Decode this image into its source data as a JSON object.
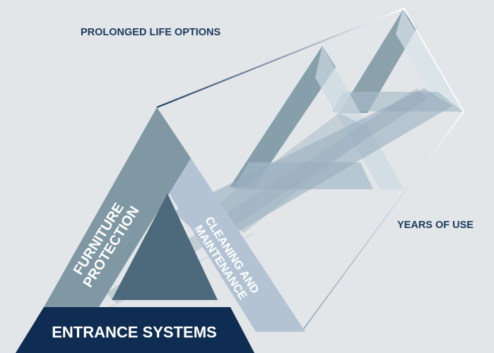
{
  "diagram": {
    "labels": {
      "prolonged_life": "PROLONGED LIFE OPTIONS",
      "years_of_use": "YEARS OF USE",
      "furniture_line1": "FURNITURE",
      "furniture_line2": "PROTECTION",
      "cleaning_line1": "CLEANING AND",
      "cleaning_line2": "MAINTENANCE",
      "entrance": "ENTRANCE SYSTEMS"
    },
    "colors": {
      "background": "#e2e6e8",
      "label_navy": "#1b3a5e",
      "entrance_band": "#0f2c52",
      "furniture_band": "#7f98a3",
      "cleaning_band": "#b3c3d3",
      "inner_triangle": "#4d6a7d",
      "ghost_left": "#5f7f90",
      "ghost_right": "#a3b9c6"
    },
    "icons": [
      "triangle-prism"
    ]
  }
}
